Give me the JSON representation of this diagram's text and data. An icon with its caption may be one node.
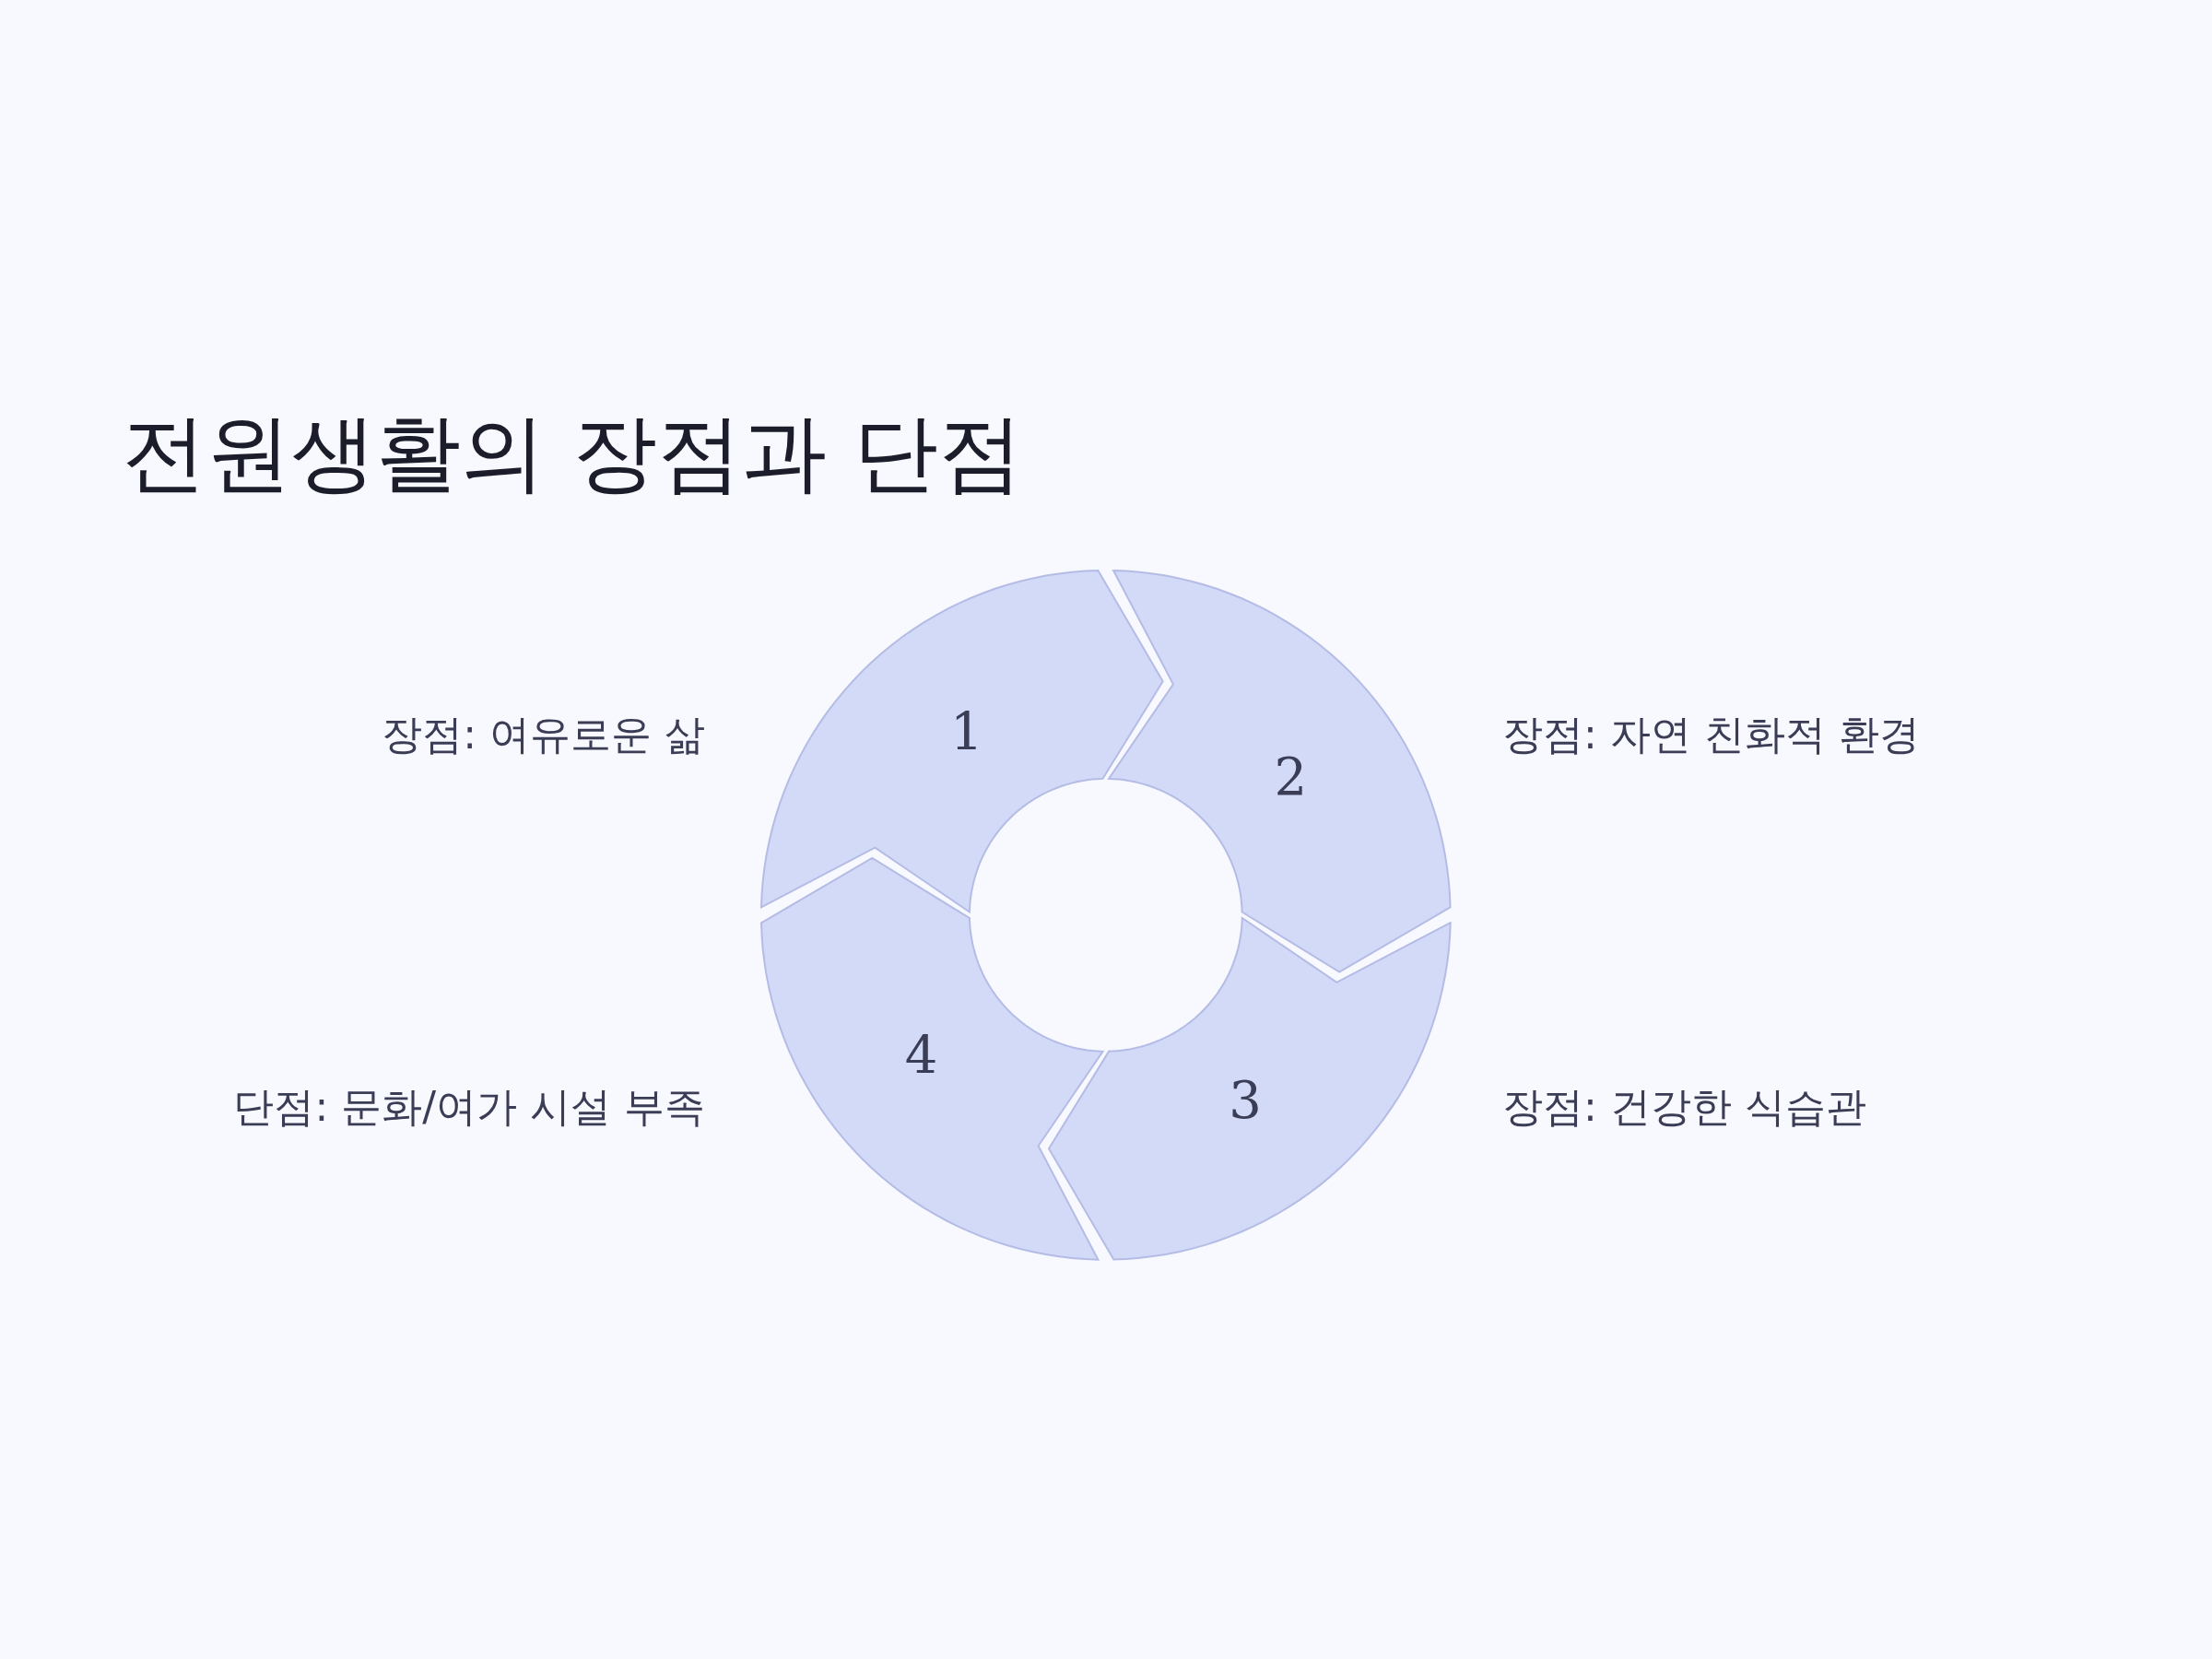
{
  "diagram": {
    "title": "전원생활의 장점과 단점",
    "nodes": [
      {
        "text": [
          "1"
        ],
        "beside": [
          "장점: 여유로운 삶"
        ]
      },
      {
        "text": [
          "2"
        ],
        "beside": [
          "장점: 자연 친화적 환경"
        ]
      },
      {
        "text": [
          "3"
        ],
        "beside": [
          "장점: 건강한 식습관"
        ]
      },
      {
        "text": [
          "4"
        ],
        "beside": [
          "단점: 문화/여가 시설 부족"
        ]
      }
    ]
  }
}
